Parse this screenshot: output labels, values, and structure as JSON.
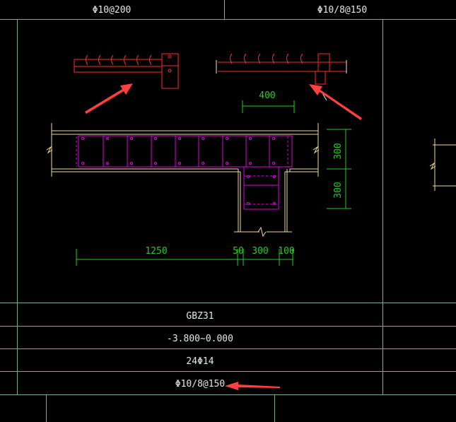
{
  "colors": {
    "background": "#000000",
    "grid": "#7fa79b",
    "text": "#e6e6e6",
    "rebar": "#ff2a2a",
    "stirrup": "#e000e0",
    "dimension": "#22cc22",
    "outline": "#f2d99a",
    "arrow": "#ff4040"
  },
  "header": {
    "left_rebar": "Φ10@200",
    "right_rebar": "Φ10/8@150"
  },
  "dimensions": {
    "top_width": "400",
    "right_upper": "300",
    "right_lower": "300",
    "bottom": [
      "1250",
      "50",
      "300",
      "100"
    ]
  },
  "table": {
    "rows": [
      {
        "value": "GBZ31"
      },
      {
        "value": "-3.800~0.000"
      },
      {
        "value": "24Φ14"
      },
      {
        "value": "Φ10/8@150"
      }
    ]
  },
  "icons": {
    "break_mark": "zigzag-break-icon",
    "arrow": "red-callout-arrow-icon"
  }
}
